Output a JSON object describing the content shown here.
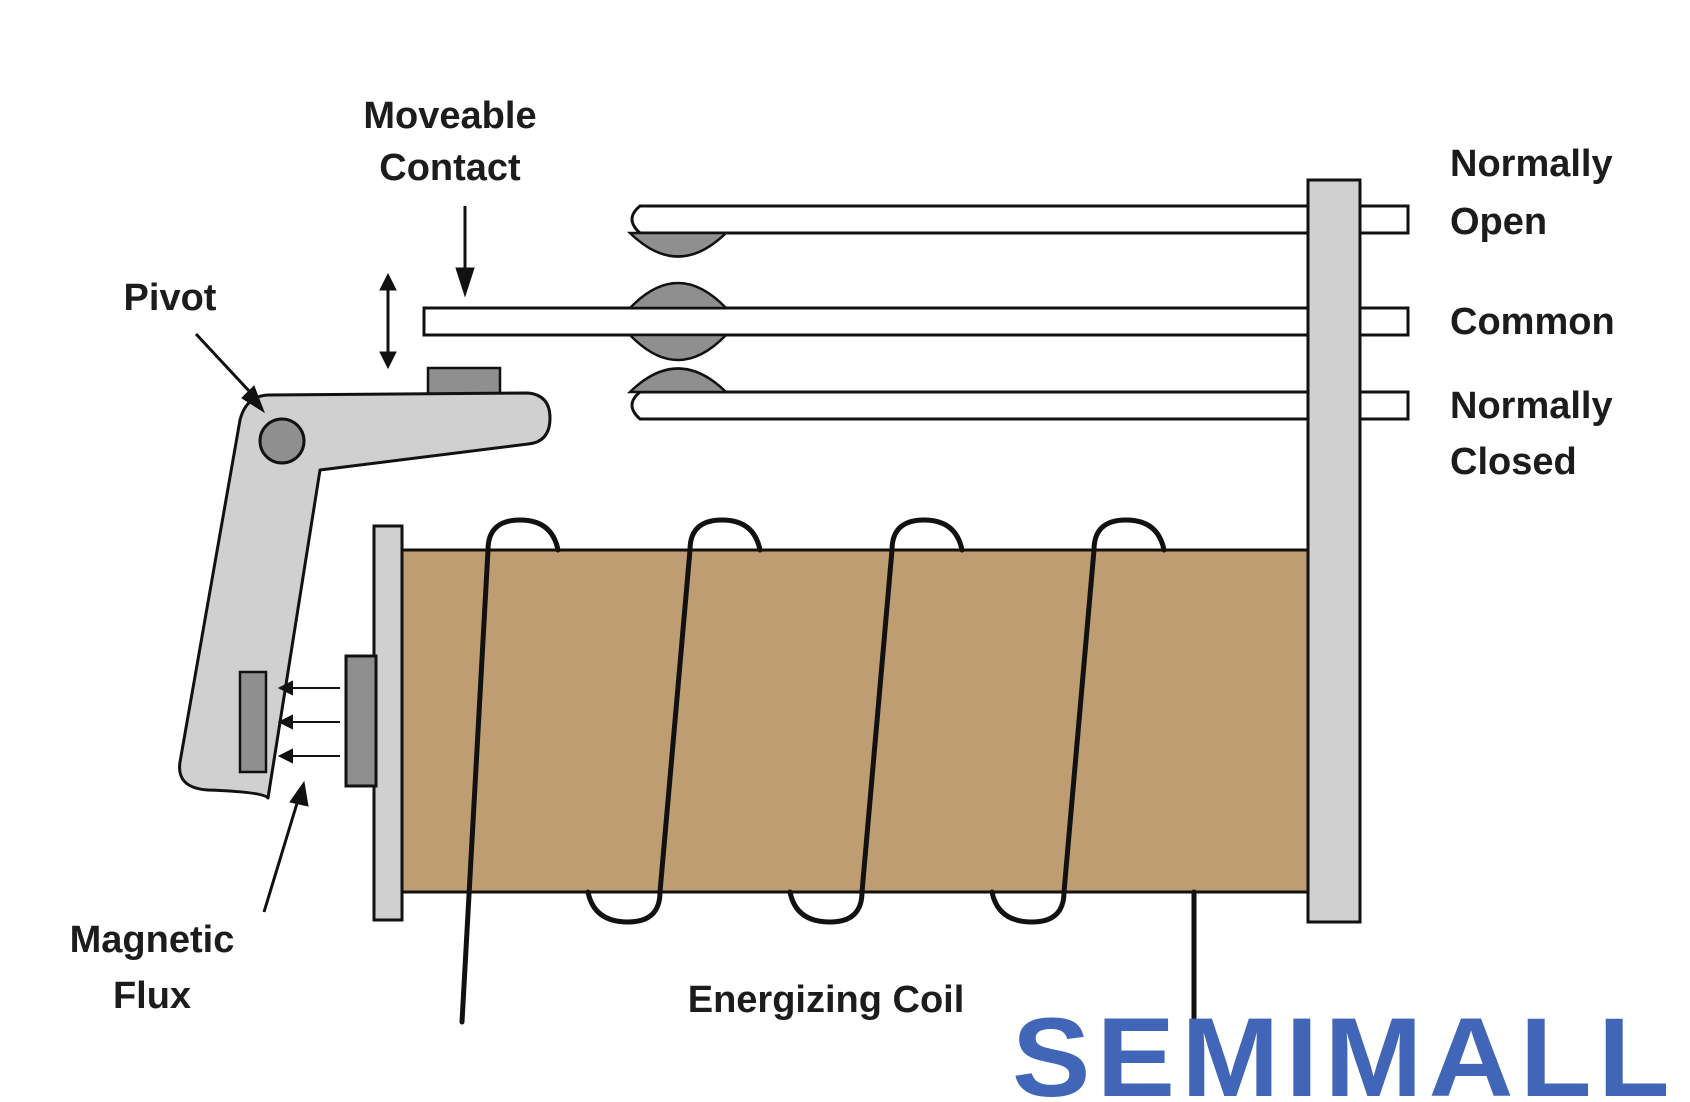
{
  "labels": {
    "moveable_contact_line1": "Moveable",
    "moveable_contact_line2": "Contact",
    "pivot": "Pivot",
    "normally_open_line1": "Normally",
    "normally_open_line2": "Open",
    "common": "Common",
    "normally_closed_line1": "Normally",
    "normally_closed_line2": "Closed",
    "magnetic_flux_line1": "Magnetic",
    "magnetic_flux_line2": "Flux",
    "energizing_coil": "Energizing Coil"
  },
  "watermark": {
    "text": "SEMIMALL",
    "color": "#4166b8"
  },
  "colors": {
    "coil_core": "#bf9d73",
    "metal_light": "#d0d0d0",
    "metal_dark": "#8c8c8c",
    "outline": "#111111"
  }
}
